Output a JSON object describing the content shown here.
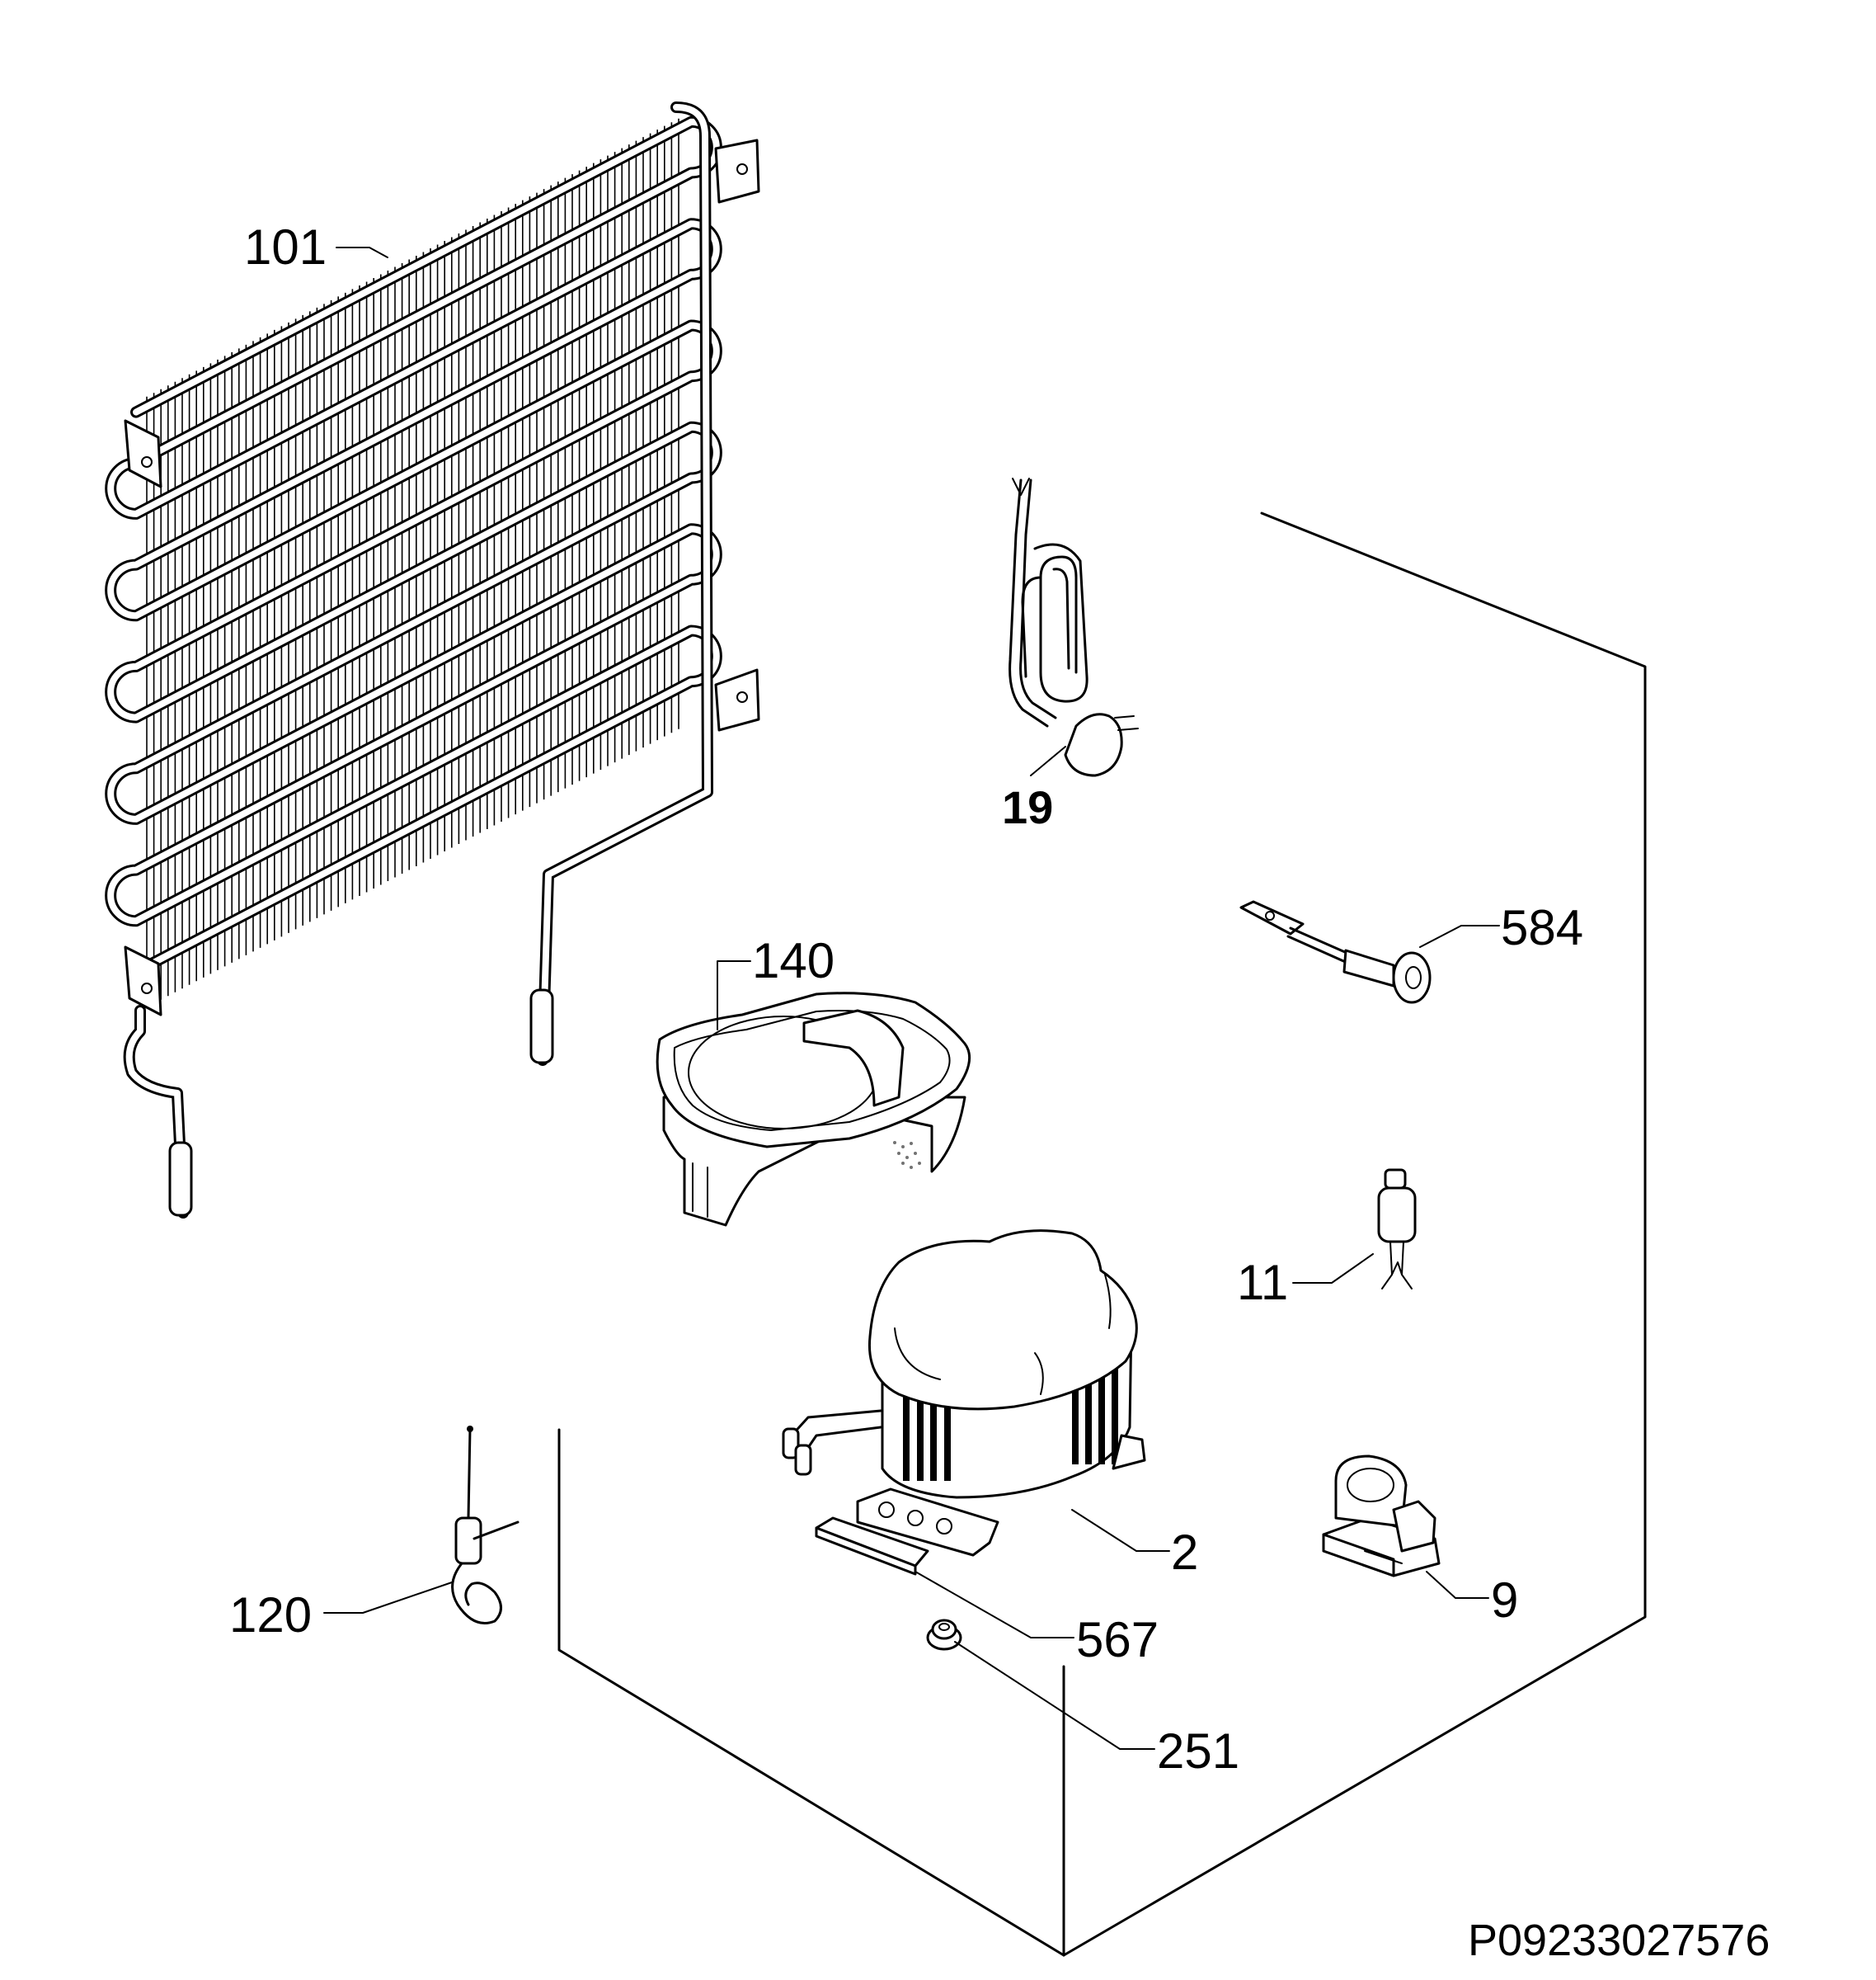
{
  "parts": [
    {
      "number": "101"
    },
    {
      "number": "19"
    },
    {
      "number": "584"
    },
    {
      "number": "140"
    },
    {
      "number": "11"
    },
    {
      "number": "2"
    },
    {
      "number": "9"
    },
    {
      "number": "120"
    },
    {
      "number": "567"
    },
    {
      "number": "251"
    }
  ],
  "drawing_code": "P09233027576"
}
